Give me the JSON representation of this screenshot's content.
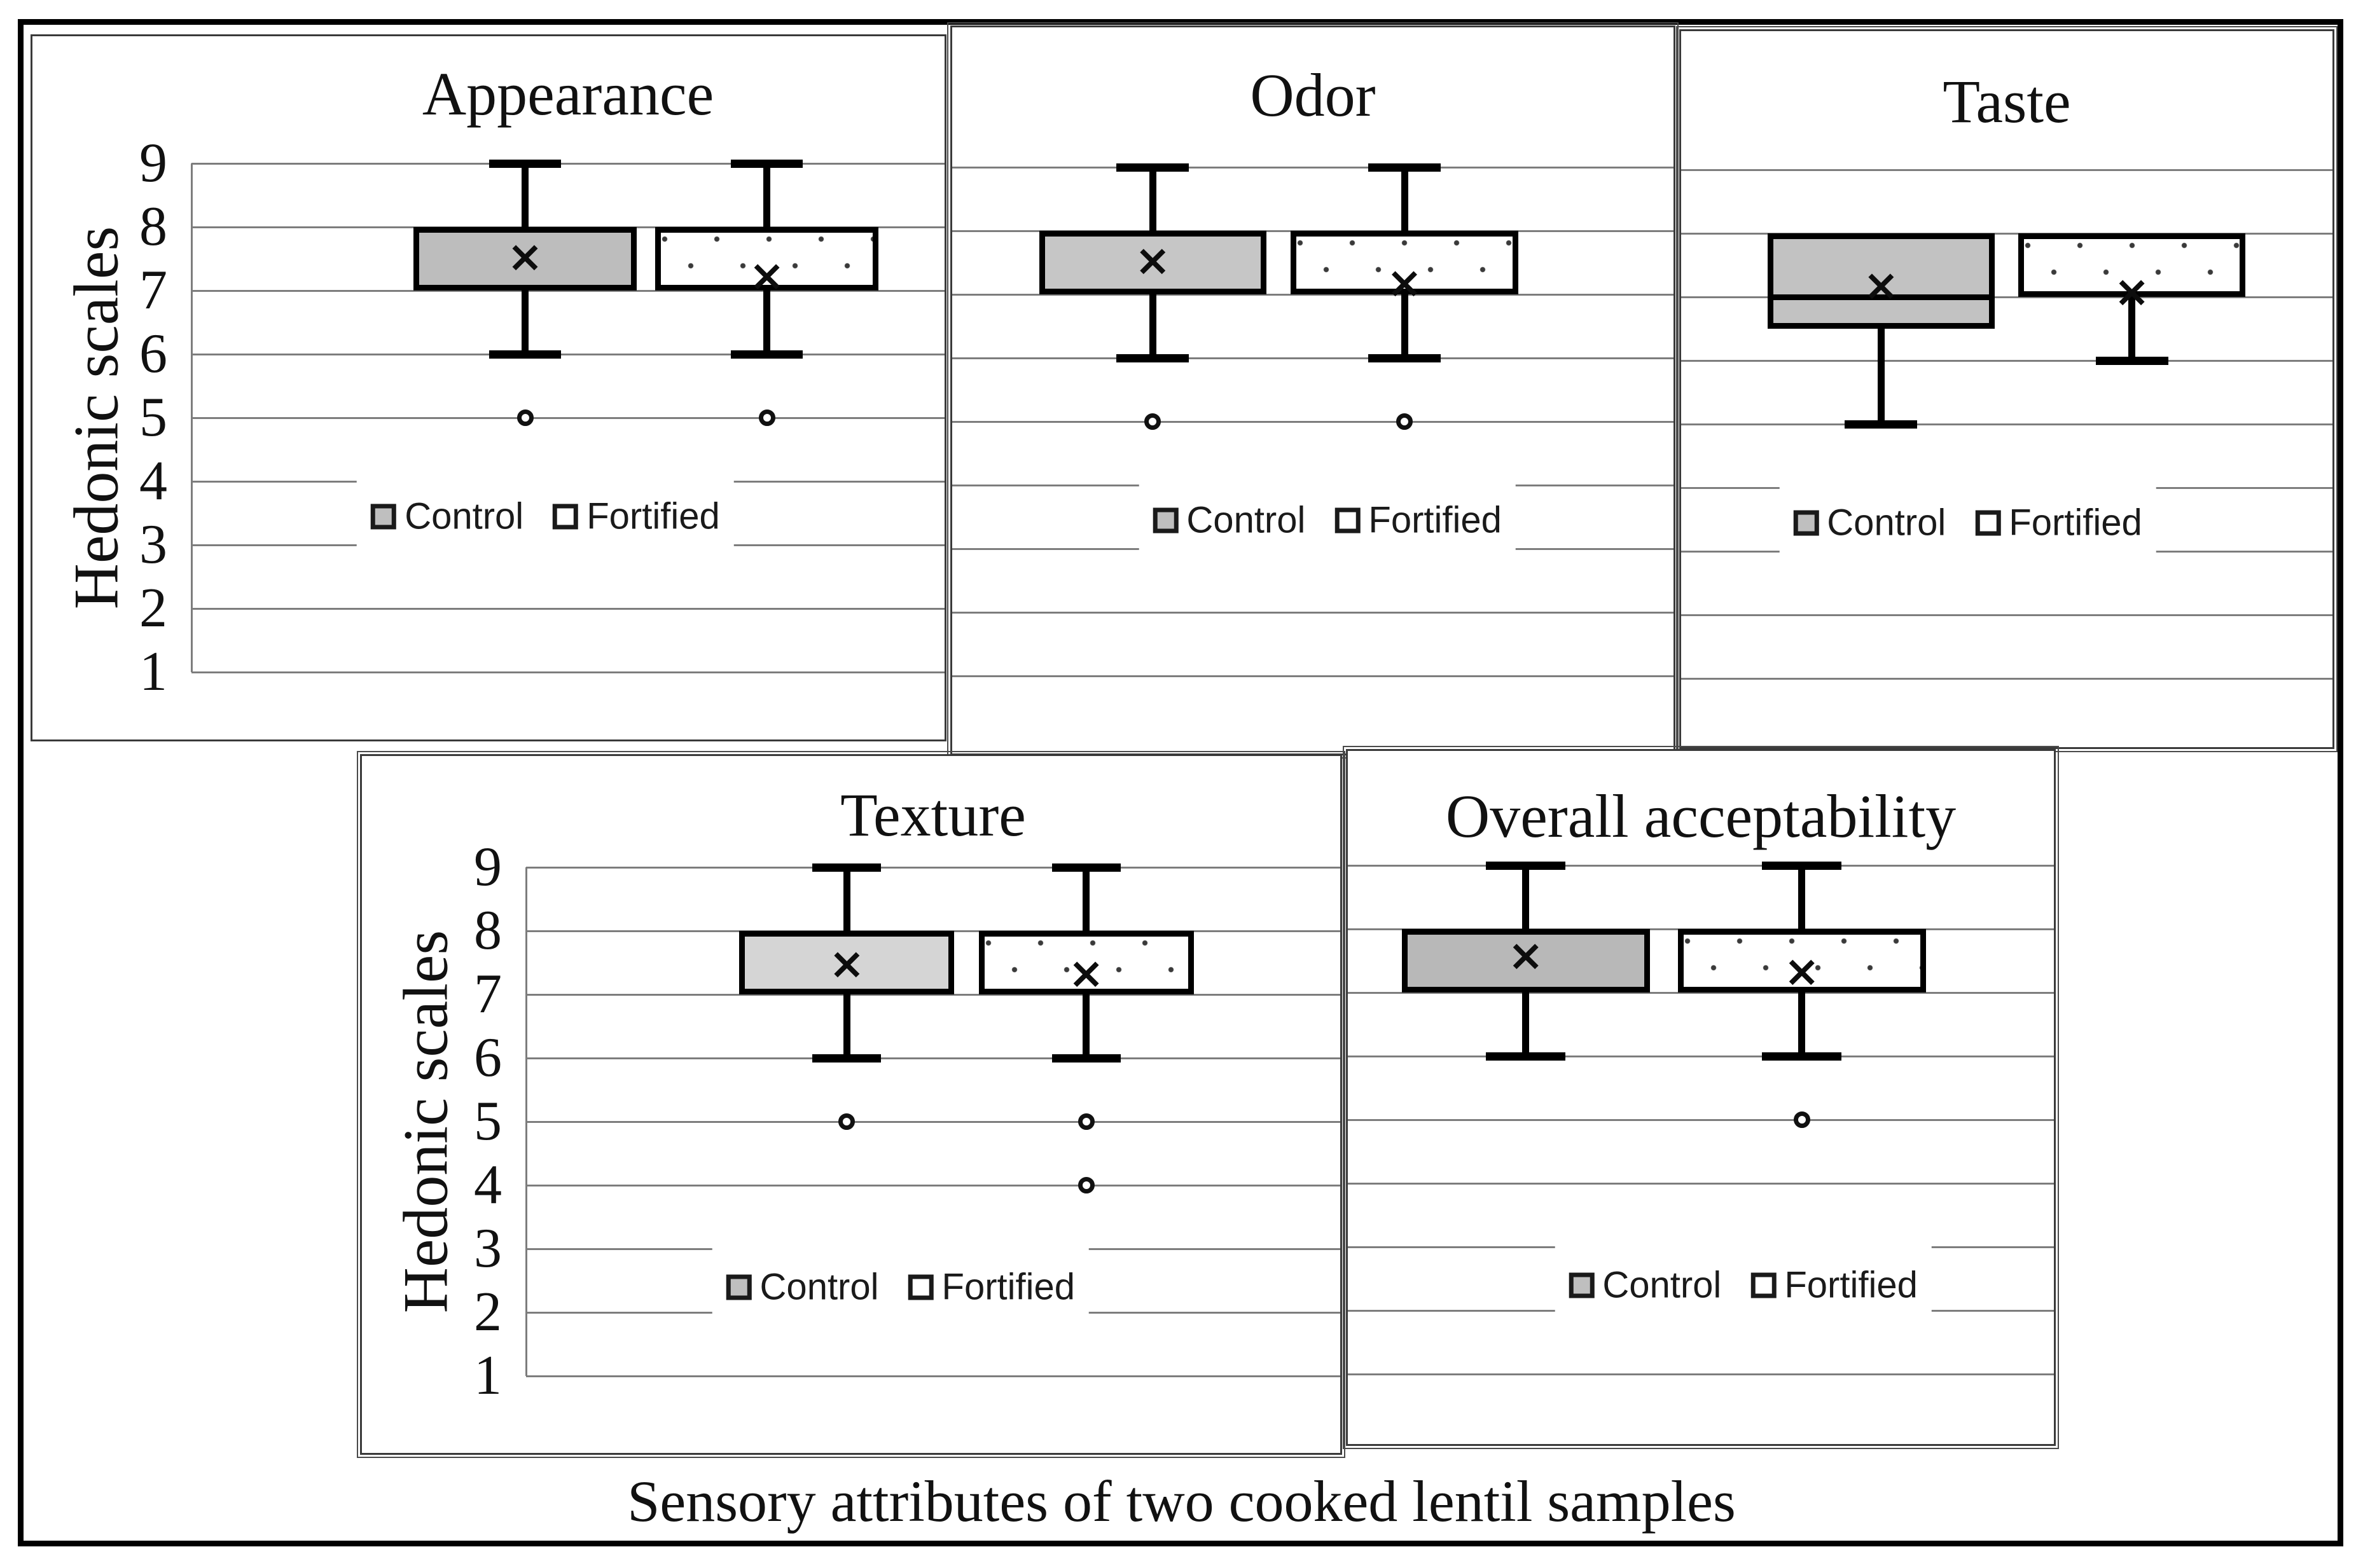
{
  "figure": {
    "caption": "Sensory attributes of two cooked lentil samples",
    "y_axis_label": "Hedonic scales",
    "legend": {
      "control": "Control",
      "fortified": "Fortified"
    }
  },
  "colors": {
    "background": "#ffffff",
    "outer_border": "#000000",
    "panel_border": "#3a3a3a",
    "gridline": "#7d7d7d",
    "box_border": "#000000",
    "control_fill_default": "#bfbfbf",
    "fortified_fill": "#ffffff",
    "fortified_dot": "#3a3a3a",
    "marker": "#0d0d0d"
  },
  "chart_data": [
    {
      "type": "box",
      "title": "Appearance",
      "ylabel": "Hedonic scales",
      "ylim": [
        1,
        9
      ],
      "y_ticks": [
        9,
        8,
        7,
        6,
        5,
        4,
        3,
        2,
        1
      ],
      "y_axis_shown": true,
      "grid": true,
      "legend_labels": [
        "Control",
        "Fortified"
      ],
      "series": [
        {
          "name": "Control",
          "pattern": "solid-gray",
          "fill_color": "#bdbdbd",
          "q1": 7,
          "median": null,
          "q3": 8,
          "whisker_low": 6,
          "whisker_high": 9,
          "mean": 7.5,
          "outliers": [
            5
          ]
        },
        {
          "name": "Fortified",
          "pattern": "dotted-white",
          "fill_color": "#ffffff",
          "q1": 7,
          "median": null,
          "q3": 8,
          "whisker_low": 6,
          "whisker_high": 9,
          "mean": 7.2,
          "outliers": [
            5
          ]
        }
      ]
    },
    {
      "type": "box",
      "title": "Odor",
      "ylabel": "",
      "ylim": [
        1,
        9
      ],
      "y_axis_shown": false,
      "grid": true,
      "legend_labels": [
        "Control",
        "Fortified"
      ],
      "series": [
        {
          "name": "Control",
          "pattern": "solid-gray",
          "fill_color": "#c6c6c6",
          "q1": 7,
          "median": null,
          "q3": 8,
          "whisker_low": 6,
          "whisker_high": 9,
          "mean": 7.5,
          "outliers": [
            5
          ]
        },
        {
          "name": "Fortified",
          "pattern": "dotted-white",
          "fill_color": "#ffffff",
          "q1": 7,
          "median": null,
          "q3": 8,
          "whisker_low": 6,
          "whisker_high": 9,
          "mean": 7.15,
          "outliers": [
            5
          ]
        }
      ]
    },
    {
      "type": "box",
      "title": "Taste",
      "ylabel": "",
      "ylim": [
        1,
        9
      ],
      "y_axis_shown": false,
      "grid": true,
      "legend_labels": [
        "Control",
        "Fortified"
      ],
      "series": [
        {
          "name": "Control",
          "pattern": "solid-gray",
          "fill_color": "#c2c2c2",
          "q1": 6.5,
          "median": 7,
          "q3": 8,
          "whisker_low": 5,
          "whisker_high": 8,
          "mean": 7.15,
          "outliers": []
        },
        {
          "name": "Fortified",
          "pattern": "dotted-white",
          "fill_color": "#ffffff",
          "q1": 7,
          "median": null,
          "q3": 8,
          "whisker_low": 6,
          "whisker_high": 8,
          "mean": 7.05,
          "outliers": []
        }
      ]
    },
    {
      "type": "box",
      "title": "Texture",
      "ylabel": "Hedonic scales",
      "ylim": [
        1,
        9
      ],
      "y_ticks": [
        9,
        8,
        7,
        6,
        5,
        4,
        3,
        2,
        1
      ],
      "y_axis_shown": true,
      "grid": true,
      "legend_labels": [
        "Control",
        "Fortified"
      ],
      "series": [
        {
          "name": "Control",
          "pattern": "solid-gray",
          "fill_color": "#d5d5d5",
          "q1": 7,
          "median": null,
          "q3": 8,
          "whisker_low": 6,
          "whisker_high": 9,
          "mean": 7.45,
          "outliers": [
            5
          ]
        },
        {
          "name": "Fortified",
          "pattern": "dotted-white",
          "fill_color": "#ffffff",
          "q1": 7,
          "median": null,
          "q3": 8,
          "whisker_low": 6,
          "whisker_high": 9,
          "mean": 7.3,
          "outliers": [
            5,
            4
          ]
        }
      ]
    },
    {
      "type": "box",
      "title": "Overall acceptability",
      "ylabel": "",
      "ylim": [
        1,
        9
      ],
      "y_axis_shown": false,
      "grid": true,
      "legend_labels": [
        "Control",
        "Fortified"
      ],
      "series": [
        {
          "name": "Control",
          "pattern": "solid-gray",
          "fill_color": "#b8b8b8",
          "q1": 7,
          "median": null,
          "q3": 8,
          "whisker_low": 6,
          "whisker_high": 9,
          "mean": 7.55,
          "outliers": []
        },
        {
          "name": "Fortified",
          "pattern": "dotted-white",
          "fill_color": "#ffffff",
          "q1": 7,
          "median": null,
          "q3": 8,
          "whisker_low": 6,
          "whisker_high": 9,
          "mean": 7.3,
          "outliers": [
            5
          ]
        }
      ]
    }
  ]
}
